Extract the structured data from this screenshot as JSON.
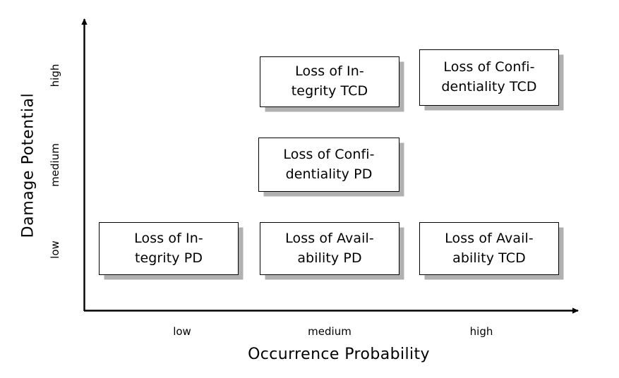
{
  "diagram": {
    "type": "risk-matrix",
    "axes": {
      "y": {
        "title": "Damage Potential",
        "ticks": [
          "high",
          "medium",
          "low"
        ],
        "tick_high": "high",
        "tick_medium": "medium",
        "tick_low": "low",
        "arrow": "up-arrow"
      },
      "x": {
        "title": "Occurrence Probability",
        "ticks": [
          "low",
          "medium",
          "high"
        ],
        "tick_low": "low",
        "tick_medium": "medium",
        "tick_high": "high",
        "arrow": "right-arrow"
      }
    },
    "colors": {
      "line": "#000000",
      "box_border": "#000000",
      "box_fill": "#ffffff",
      "box_shadow": "#b0b0b0",
      "text": "#000000",
      "background": "#ffffff"
    },
    "boxes": [
      {
        "id": "loss-of-integrity-tcd",
        "line1": "Loss of In-",
        "line2": "tegrity TCD",
        "x_level": "medium",
        "y_level": "high"
      },
      {
        "id": "loss-of-confidentiality-tcd",
        "line1": "Loss of Confi-",
        "line2": "dentiality TCD",
        "x_level": "high",
        "y_level": "high"
      },
      {
        "id": "loss-of-confidentiality-pd",
        "line1": "Loss of Confi-",
        "line2": "dentiality PD",
        "x_level": "medium",
        "y_level": "medium"
      },
      {
        "id": "loss-of-integrity-pd",
        "line1": "Loss of In-",
        "line2": "tegrity PD",
        "x_level": "low",
        "y_level": "low"
      },
      {
        "id": "loss-of-availability-pd",
        "line1": "Loss of Avail-",
        "line2": "ability PD",
        "x_level": "medium",
        "y_level": "low"
      },
      {
        "id": "loss-of-availability-tcd",
        "line1": "Loss of Avail-",
        "line2": "ability TCD",
        "x_level": "high",
        "y_level": "low"
      }
    ]
  }
}
